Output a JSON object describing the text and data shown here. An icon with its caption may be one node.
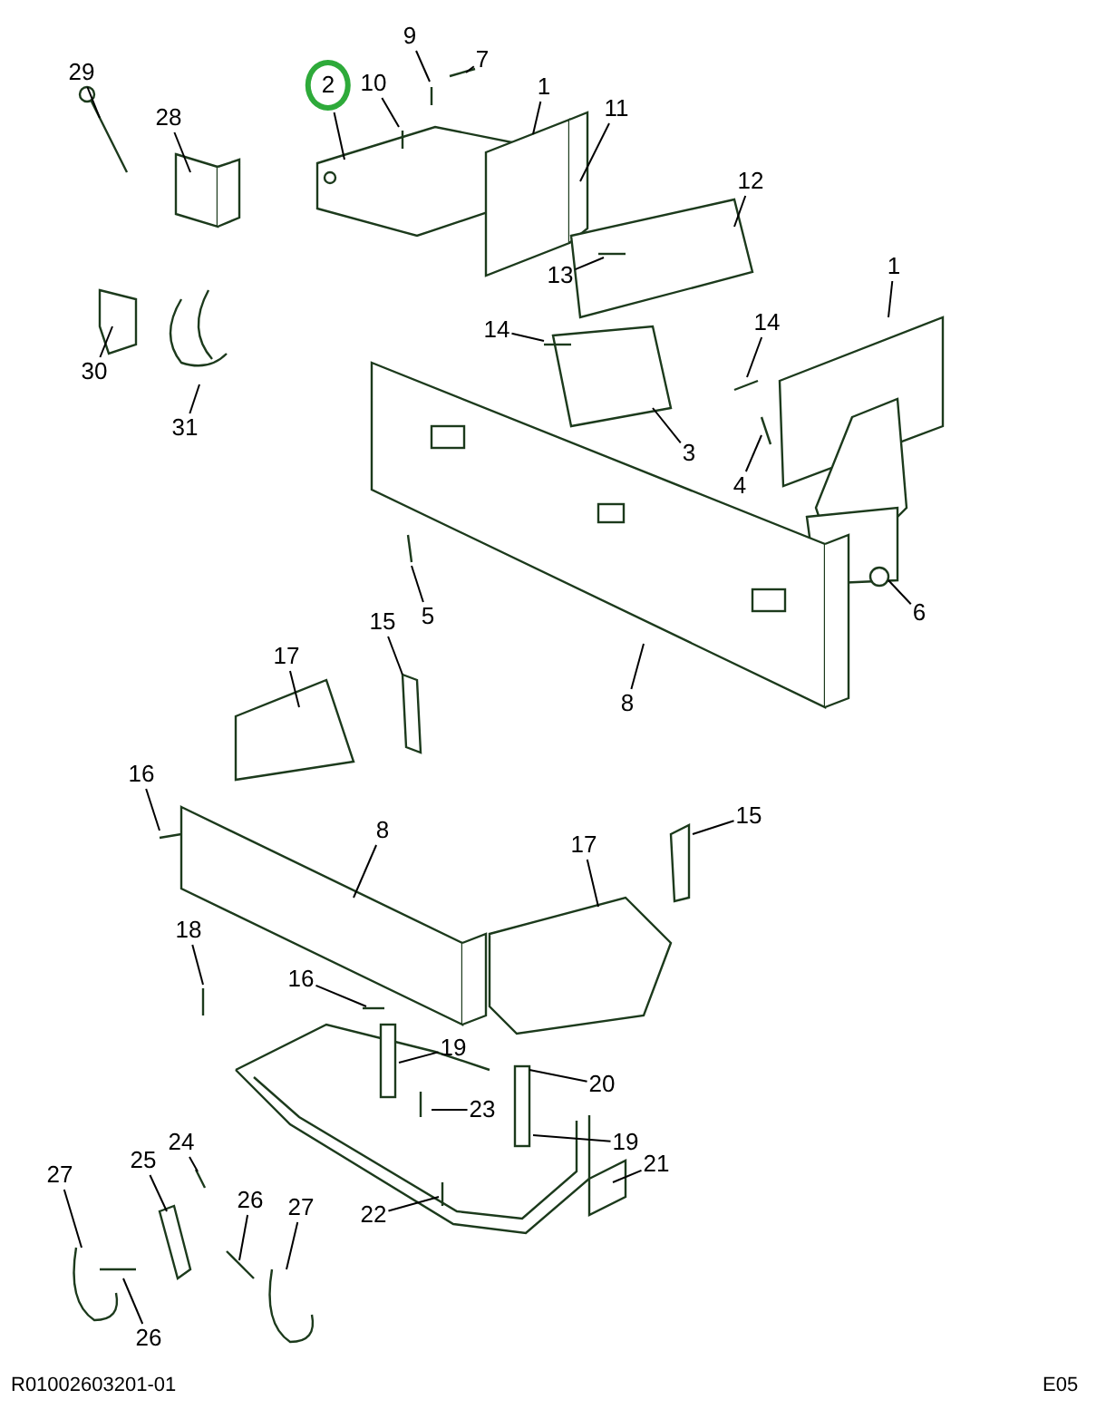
{
  "diagram": {
    "nodes": [
      {
        "text": [
          "29"
        ]
      },
      {
        "text": [
          "28"
        ]
      },
      {
        "text": [
          "30"
        ]
      },
      {
        "text": [
          "31"
        ]
      },
      {
        "text": [
          "2"
        ]
      },
      {
        "text": [
          "10"
        ]
      },
      {
        "text": [
          "9"
        ]
      },
      {
        "text": [
          "7"
        ]
      },
      {
        "text": [
          "1"
        ]
      },
      {
        "text": [
          "11"
        ]
      },
      {
        "text": [
          "12"
        ]
      },
      {
        "text": [
          "13"
        ]
      },
      {
        "text": [
          "14"
        ]
      },
      {
        "text": [
          "14"
        ]
      },
      {
        "text": [
          "1"
        ]
      },
      {
        "text": [
          "3"
        ]
      },
      {
        "text": [
          "4"
        ]
      },
      {
        "text": [
          "6"
        ]
      },
      {
        "text": [
          "5"
        ]
      },
      {
        "text": [
          "8"
        ]
      },
      {
        "text": [
          "15"
        ]
      },
      {
        "text": [
          "17"
        ]
      },
      {
        "text": [
          "16"
        ]
      },
      {
        "text": [
          "8"
        ]
      },
      {
        "text": [
          "17"
        ]
      },
      {
        "text": [
          "15"
        ]
      },
      {
        "text": [
          "18"
        ]
      },
      {
        "text": [
          "16"
        ]
      },
      {
        "text": [
          "19"
        ]
      },
      {
        "text": [
          "20"
        ]
      },
      {
        "text": [
          "23"
        ]
      },
      {
        "text": [
          "19"
        ]
      },
      {
        "text": [
          "21"
        ]
      },
      {
        "text": [
          "22"
        ]
      },
      {
        "text": [
          "24"
        ]
      },
      {
        "text": [
          "25"
        ]
      },
      {
        "text": [
          "26"
        ]
      },
      {
        "text": [
          "27"
        ]
      },
      {
        "text": [
          "27"
        ]
      },
      {
        "text": [
          "26"
        ]
      }
    ],
    "edges": [
      {
        "from": 0,
        "to": null,
        "arrow": "none"
      },
      {
        "from": 1,
        "to": null,
        "arrow": "none"
      },
      {
        "from": 2,
        "to": null,
        "arrow": "none"
      },
      {
        "from": 3,
        "to": null,
        "arrow": "none"
      },
      {
        "from": 4,
        "to": null,
        "arrow": "none"
      },
      {
        "from": 5,
        "to": null,
        "arrow": "none"
      },
      {
        "from": 6,
        "to": null,
        "arrow": "none"
      },
      {
        "from": 7,
        "to": null,
        "arrow": "none"
      },
      {
        "from": 8,
        "to": null,
        "arrow": "none"
      },
      {
        "from": 9,
        "to": null,
        "arrow": "none"
      },
      {
        "from": 10,
        "to": null,
        "arrow": "none"
      },
      {
        "from": 11,
        "to": null,
        "arrow": "none"
      },
      {
        "from": 12,
        "to": null,
        "arrow": "none"
      },
      {
        "from": 13,
        "to": null,
        "arrow": "none"
      },
      {
        "from": 14,
        "to": null,
        "arrow": "none"
      },
      {
        "from": 15,
        "to": null,
        "arrow": "none"
      },
      {
        "from": 16,
        "to": null,
        "arrow": "none"
      },
      {
        "from": 17,
        "to": null,
        "arrow": "none"
      },
      {
        "from": 18,
        "to": null,
        "arrow": "none"
      },
      {
        "from": 19,
        "to": null,
        "arrow": "none"
      },
      {
        "from": 20,
        "to": null,
        "arrow": "none"
      },
      {
        "from": 21,
        "to": null,
        "arrow": "none"
      },
      {
        "from": 22,
        "to": null,
        "arrow": "none"
      },
      {
        "from": 23,
        "to": null,
        "arrow": "none"
      },
      {
        "from": 24,
        "to": null,
        "arrow": "none"
      },
      {
        "from": 25,
        "to": null,
        "arrow": "none"
      },
      {
        "from": 26,
        "to": null,
        "arrow": "none"
      },
      {
        "from": 27,
        "to": null,
        "arrow": "none"
      },
      {
        "from": 28,
        "to": null,
        "arrow": "none"
      },
      {
        "from": 29,
        "to": null,
        "arrow": "none"
      },
      {
        "from": 30,
        "to": null,
        "arrow": "none"
      },
      {
        "from": 31,
        "to": null,
        "arrow": "none"
      },
      {
        "from": 32,
        "to": null,
        "arrow": "none"
      },
      {
        "from": 33,
        "to": null,
        "arrow": "none"
      },
      {
        "from": 34,
        "to": null,
        "arrow": "none"
      },
      {
        "from": 35,
        "to": null,
        "arrow": "none"
      },
      {
        "from": 36,
        "to": null,
        "arrow": "none"
      },
      {
        "from": 37,
        "to": null,
        "arrow": "none"
      },
      {
        "from": 38,
        "to": null,
        "arrow": "none"
      },
      {
        "from": 39,
        "to": null,
        "arrow": "none"
      }
    ],
    "labels": [
      "R01002603201-01",
      "E05"
    ]
  }
}
